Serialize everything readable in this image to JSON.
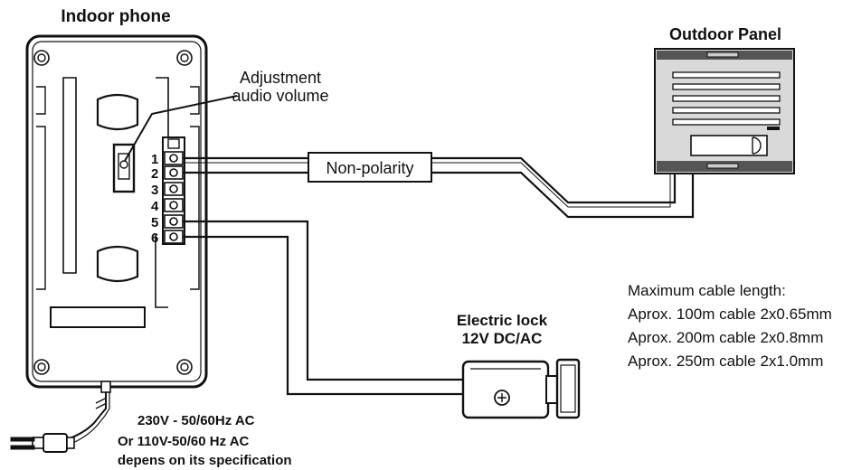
{
  "indoor_phone": {
    "title": "Indoor phone",
    "adjustment_label_line1": "Adjustment",
    "adjustment_label_line2": "audio volume",
    "terminals": [
      "1",
      "2",
      "3",
      "4",
      "5",
      "6"
    ]
  },
  "outdoor_panel": {
    "title": "Outdoor Panel"
  },
  "wiring": {
    "non_polarity_label": "Non-polarity"
  },
  "electric_lock": {
    "title_line1": "Electric lock",
    "title_line2": "12V DC/AC"
  },
  "cable_info": {
    "heading": "Maximum cable length:",
    "lines": [
      "Aprox. 100m cable 2x0.65mm",
      "Aprox. 200m cable 2x0.8mm",
      "Aprox. 250m cable 2x1.0mm"
    ]
  },
  "power": {
    "line1": "230V - 50/60Hz AC",
    "line2": "Or 110V-50/60 Hz AC",
    "line3": "depens on its specification"
  }
}
